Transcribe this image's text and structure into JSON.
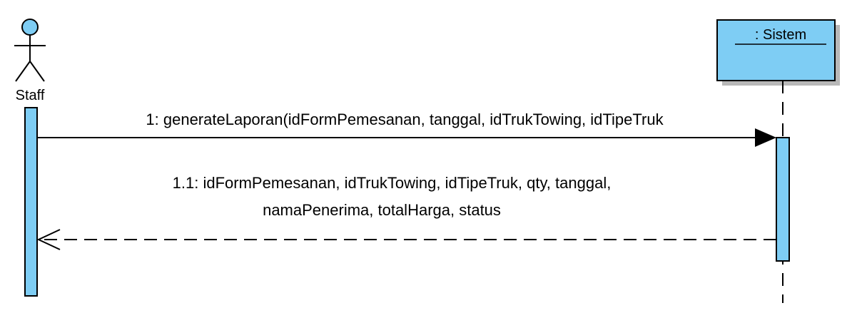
{
  "actor": {
    "name": "Staff"
  },
  "object": {
    "name": ": Sistem"
  },
  "messages": {
    "call": "1: generateLaporan(idFormPemesanan, tanggal, idTrukTowing, idTipeTruk",
    "return_line1": "1.1: idFormPemesanan, idTrukTowing, idTipeTruk, qty, tanggal,",
    "return_line2": "namaPenerima, totalHarga, status"
  },
  "colors": {
    "fill": "#7ecdf4",
    "stroke": "#000000"
  }
}
